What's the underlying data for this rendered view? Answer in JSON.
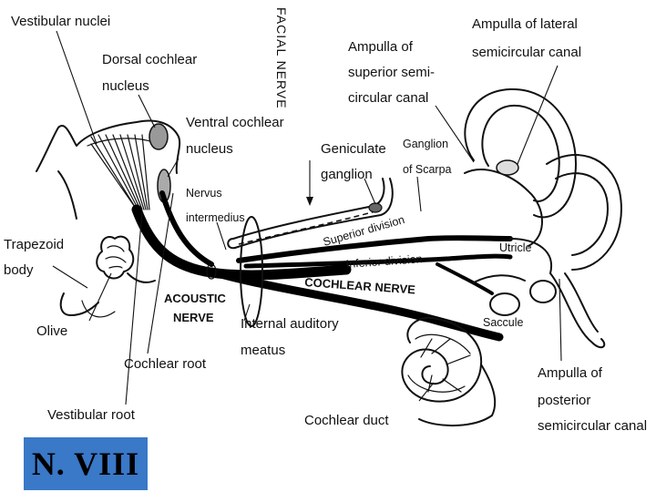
{
  "labels": {
    "vestibular_nuclei": "Vestibular nuclei",
    "dorsal_cochlear_1": "Dorsal cochlear",
    "dorsal_cochlear_2": "nucleus",
    "ventral_cochlear_1": "Ventral cochlear",
    "ventral_cochlear_2": "nucleus",
    "nervus_intermedius_1": "Nervus",
    "nervus_intermedius_2": "intermedius",
    "trapezoid_1": "Trapezoid",
    "trapezoid_2": "body",
    "olive": "Olive",
    "acoustic_1": "ACOUSTIC",
    "acoustic_2": "NERVE",
    "cochlear_root": "Cochlear root",
    "vestibular_root": "Vestibular root",
    "internal_auditory_1": "Internal auditory",
    "internal_auditory_2": "meatus",
    "facial_nerve": "FACIAL NERVE",
    "geniculate_1": "Geniculate",
    "geniculate_2": "ganglion",
    "amp_superior_1": "Ampulla of",
    "amp_superior_2": "superior semi-",
    "amp_superior_3": "circular canal",
    "ganglion_scarpa_1": "Ganglion",
    "ganglion_scarpa_2": "of Scarpa",
    "amp_lateral_1": "Ampulla of lateral",
    "amp_lateral_2": "semicircular canal",
    "superior_division": "Superior division",
    "inferior_division": "Inferior division",
    "cochlear_nerve": "COCHLEAR NERVE",
    "utricle": "Utricle",
    "saccule": "Saccule",
    "amp_posterior_1": "Ampulla of",
    "amp_posterior_2": "posterior",
    "amp_posterior_3": "semicircular canal",
    "cochlear_duct": "Cochlear duct"
  },
  "badge": {
    "text": "N. VIII",
    "color": "#3a78c8"
  }
}
